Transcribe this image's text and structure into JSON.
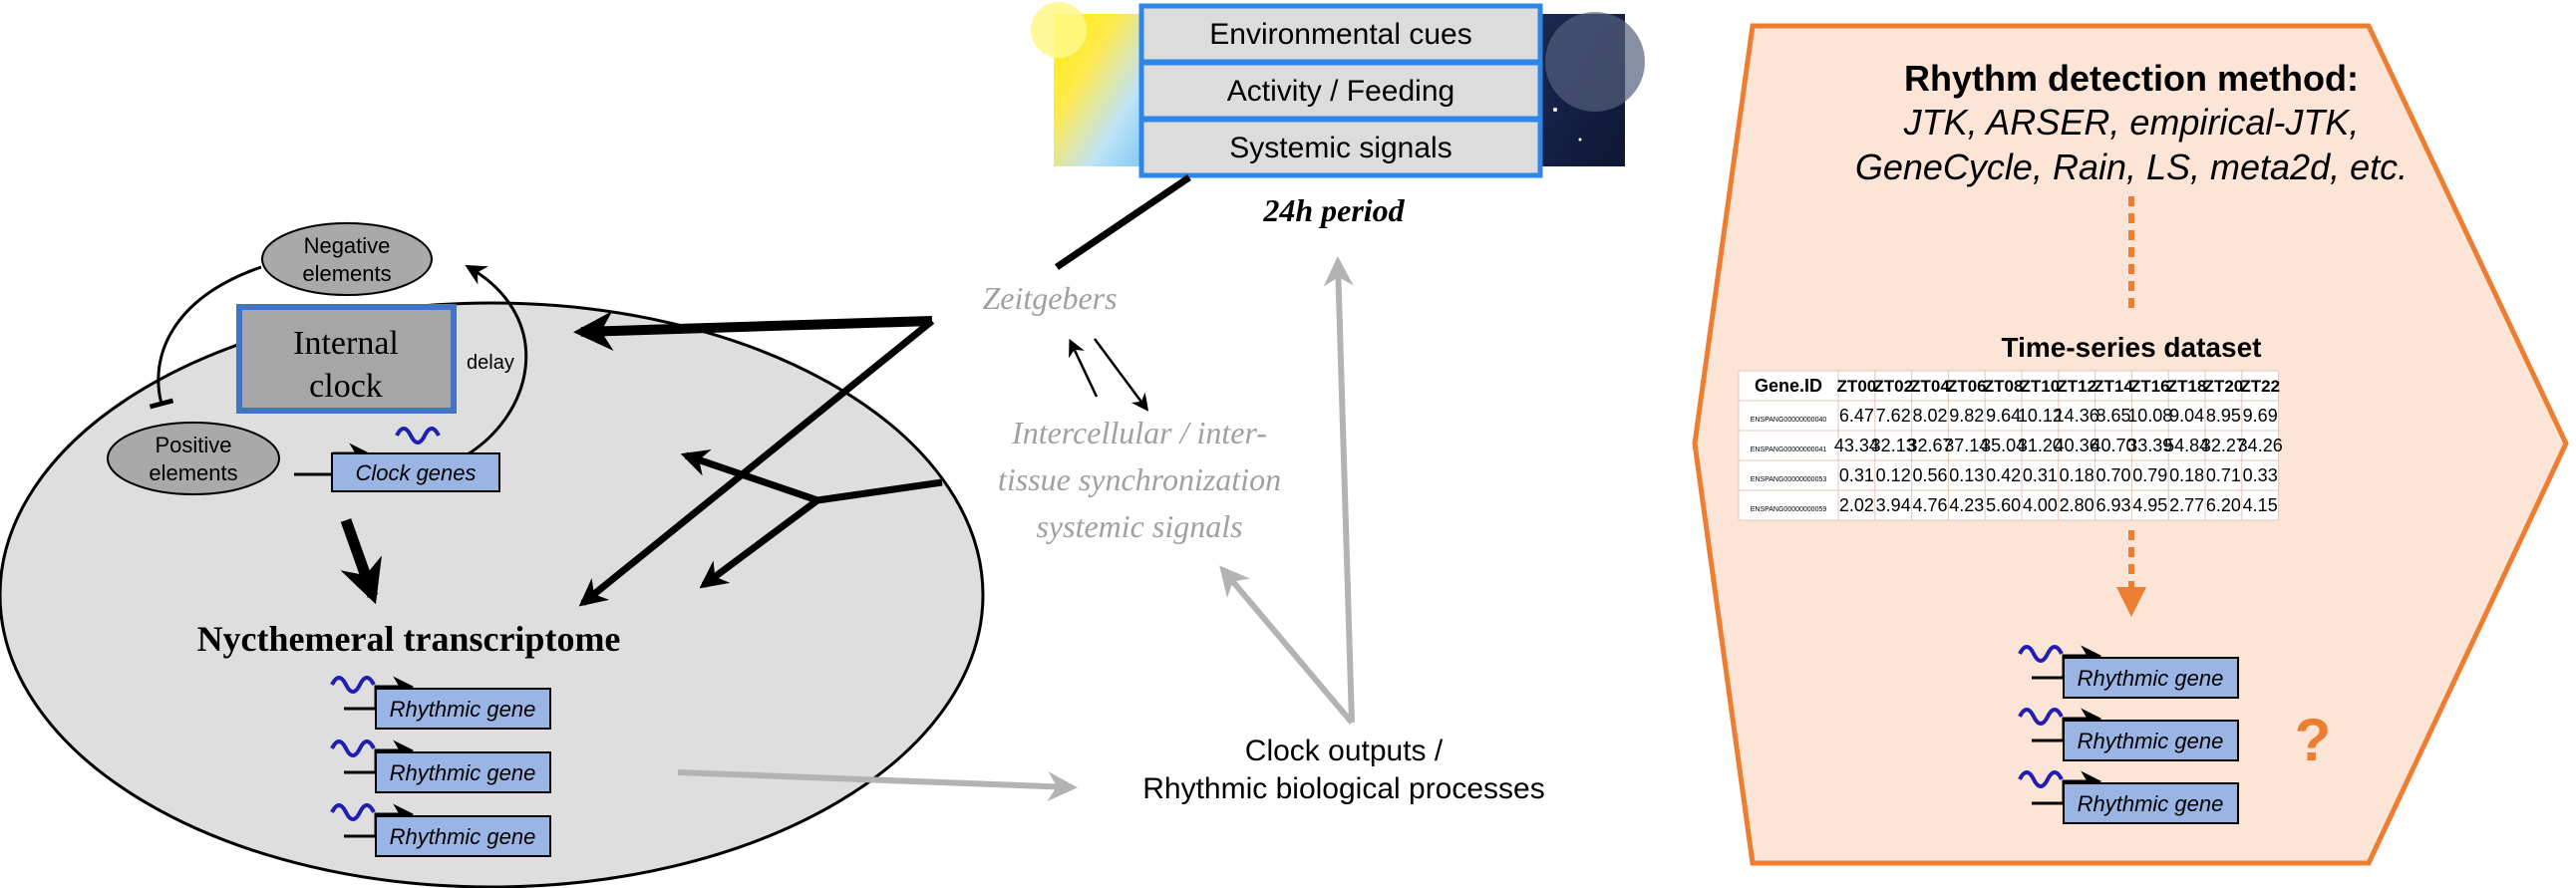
{
  "cues": {
    "environmental": "Environmental  cues",
    "activity": "Activity / Feeding",
    "systemic": "Systemic signals",
    "period": "24h period"
  },
  "cell": {
    "internal_clock_line1": "Internal",
    "internal_clock_line2": "clock",
    "negative_line1": "Negative",
    "negative_line2": "elements",
    "positive_line1": "Positive",
    "positive_line2": "elements",
    "delay": "delay",
    "clock_genes": "Clock genes",
    "transcriptome": "Nycthemeral transcriptome",
    "rhythmic_genes": [
      "Rhythmic gene",
      "Rhythmic gene",
      "Rhythmic gene"
    ]
  },
  "middle": {
    "zeitgebers": "Zeitgebers",
    "sync_line1": "Intercellular / inter-",
    "sync_line2": "tissue synchronization",
    "sync_line3": "systemic signals",
    "outputs_line1": "Clock outputs /",
    "outputs_line2": "Rhythmic biological processes"
  },
  "method": {
    "title": "Rhythm detection method:",
    "methods_line1": "JTK, ARSER, empirical-JTK,",
    "methods_line2": "GeneCycle, Rain, LS, meta2d, etc.",
    "dataset_title": "Time-series dataset",
    "question_mark": "?",
    "rhythmic_genes": [
      "Rhythmic gene",
      "Rhythmic gene",
      "Rhythmic gene"
    ]
  },
  "table": {
    "headers": [
      "Gene.ID",
      "ZT00",
      "ZT02",
      "ZT04",
      "ZT06",
      "ZT08",
      "ZT10",
      "ZT12",
      "ZT14",
      "ZT16",
      "ZT18",
      "ZT20",
      "ZT22"
    ],
    "rows": [
      [
        "ENSPANG00000000040",
        "6.47",
        "7.62",
        "8.02",
        "9.82",
        "9.64",
        "10.12",
        "14.36",
        "8.65",
        "10.08",
        "9.04",
        "8.95",
        "9.69"
      ],
      [
        "ENSPANG00000000041",
        "43.34",
        "32.13",
        "32.67",
        "37.14",
        "35.04",
        "31.20",
        "40.36",
        "40.70",
        "33.39",
        "54.84",
        "32.27",
        "34.26"
      ],
      [
        "ENSPANG00000000053",
        "0.31",
        "0.12",
        "0.56",
        "0.13",
        "0.42",
        "0.31",
        "0.18",
        "0.70",
        "0.79",
        "0.18",
        "0.71",
        "0.33"
      ],
      [
        "ENSPANG00000000059",
        "2.02",
        "3.94",
        "4.76",
        "4.23",
        "5.60",
        "4.00",
        "2.80",
        "6.93",
        "4.95",
        "2.77",
        "6.20",
        "4.15"
      ]
    ]
  },
  "colors": {
    "cell_fill": "#dedede",
    "clock_border": "#4472c4",
    "gene_box": "#9ab5e4",
    "gray_arrow": "#b3b3b3",
    "gray_text": "#a0a0a0",
    "orange": "#ed7d31",
    "hex_fill": "#fce4d6",
    "wave": "#1f1fb4"
  }
}
